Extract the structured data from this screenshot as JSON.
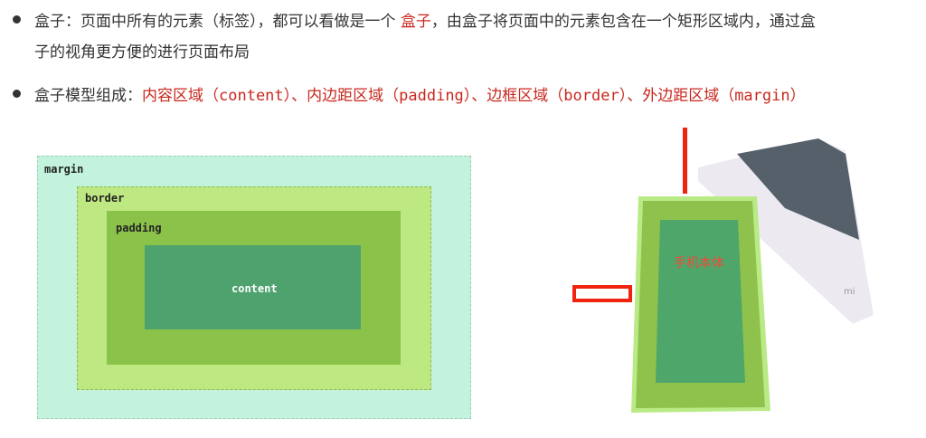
{
  "bullets": [
    {
      "prefix": "盒子：页面中所有的元素（标签），都可以看做是一个 ",
      "highlight": "盒子",
      "suffix": "，由盒子将页面中的元素包含在一个矩形区域内，通过盒",
      "line2": "子的视角更方便的进行页面布局"
    },
    {
      "prefix": "盒子模型组成：",
      "highlight": "内容区域（content）、内边距区域（padding）、边框区域（border）、外边距区域（margin）"
    }
  ],
  "diagram": {
    "margin": "margin",
    "border": "border",
    "padding": "padding",
    "content": "content"
  },
  "phone": {
    "label": "手机本体",
    "box_logo": "mi"
  },
  "colors": {
    "margin": "#c3f3dd",
    "border": "#bde882",
    "padding": "#8bc34a",
    "content": "#4ea26d",
    "accent": "#c9281e"
  }
}
